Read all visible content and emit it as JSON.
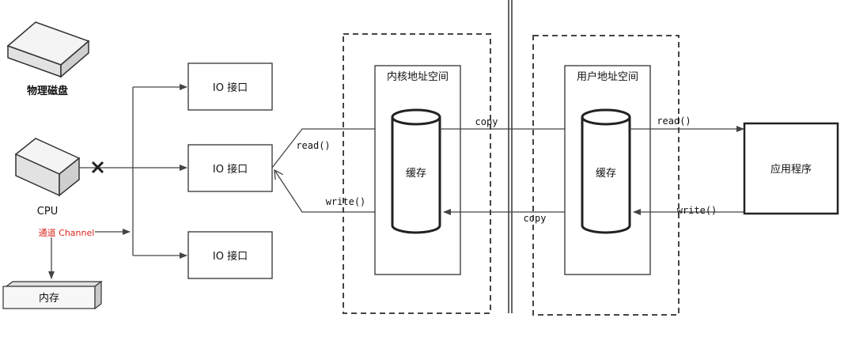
{
  "devices": {
    "disk_label": "物理磁盘",
    "cpu_label": "CPU",
    "channel_label": "通道 Channel",
    "memory_label": "内存"
  },
  "io_interfaces": [
    "IO 接口",
    "IO 接口",
    "IO 接口"
  ],
  "kernel": {
    "title": "内核地址空间",
    "buffer": "缓存"
  },
  "user": {
    "title": "用户地址空间",
    "buffer": "缓存"
  },
  "app_label": "应用程序",
  "flows": {
    "read_io": "read()",
    "write_io": "write()",
    "copy_top": "copy",
    "copy_bottom": "copy",
    "read_app": "read()",
    "write_app": "write()"
  },
  "colors": {
    "line": "#333333",
    "channel": "#d9261c"
  }
}
